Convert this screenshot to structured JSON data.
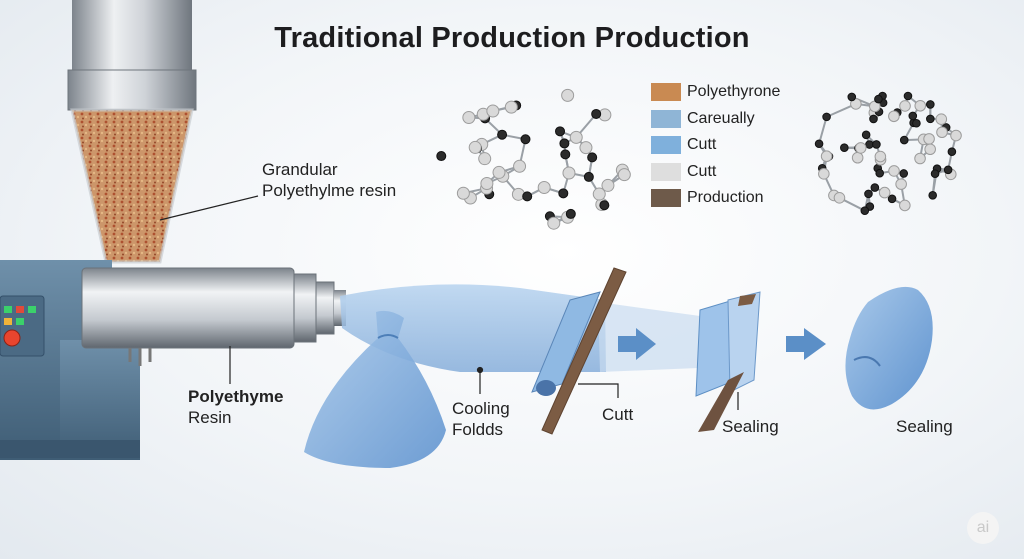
{
  "title": "Traditional Production Production",
  "labels": {
    "hopper_line1": "Grandular",
    "hopper_line2": "Polyethylme resin",
    "resin_line1": "Polyethyme",
    "resin_line2": "Resin",
    "cooling_line1": "Cooling",
    "cooling_line2": "Foldds",
    "cutt": "Cutt",
    "sealing_1": "Sealing",
    "sealing_2": "Sealing"
  },
  "legend": [
    {
      "label": "Polyethyrone",
      "color": "#c98a52"
    },
    {
      "label": "Careually",
      "color": "#8fb5d6"
    },
    {
      "label": "Cutt",
      "color": "#7fb0dc"
    },
    {
      "label": "Cutt",
      "color": "#dedede"
    },
    {
      "label": "Production",
      "color": "#6e5a4a"
    }
  ],
  "watermark": "ai",
  "colors": {
    "film_blue": "#8fb9e3",
    "machine_blue": "#5b7c96",
    "steel": "#c7cbd0"
  }
}
